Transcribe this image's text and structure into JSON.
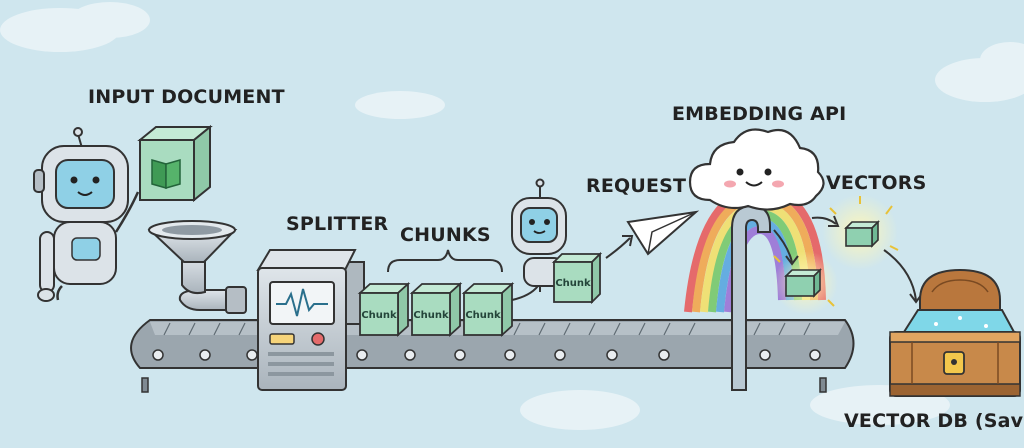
{
  "labels": {
    "input_document": "INPUT DOCUMENT",
    "splitter": "SPLITTER",
    "chunks": "CHUNKS",
    "request": "REQUEST",
    "embedding_api": "EMBEDDING API",
    "vectors": "VECTORS",
    "vector_db": "VECTOR DB (Save)"
  },
  "chunk_items": [
    "Chunk",
    "Chunk",
    "Chunk"
  ],
  "robot_box_label": "Chunk",
  "colors": {
    "sky": "#cfe6ee",
    "cube": "#a9dcc0",
    "belt": "#8f9aa3",
    "machine": "#c9d1d7",
    "robot": "#dce3e8",
    "chest": "#c8894a",
    "vector_glow": "#fff4a8"
  },
  "icons": [
    "book-icon",
    "waveform-icon",
    "paper-plane-icon",
    "cloud-icon",
    "rainbow-icon",
    "treasure-chest-icon",
    "funnel-icon",
    "robot-icon"
  ]
}
